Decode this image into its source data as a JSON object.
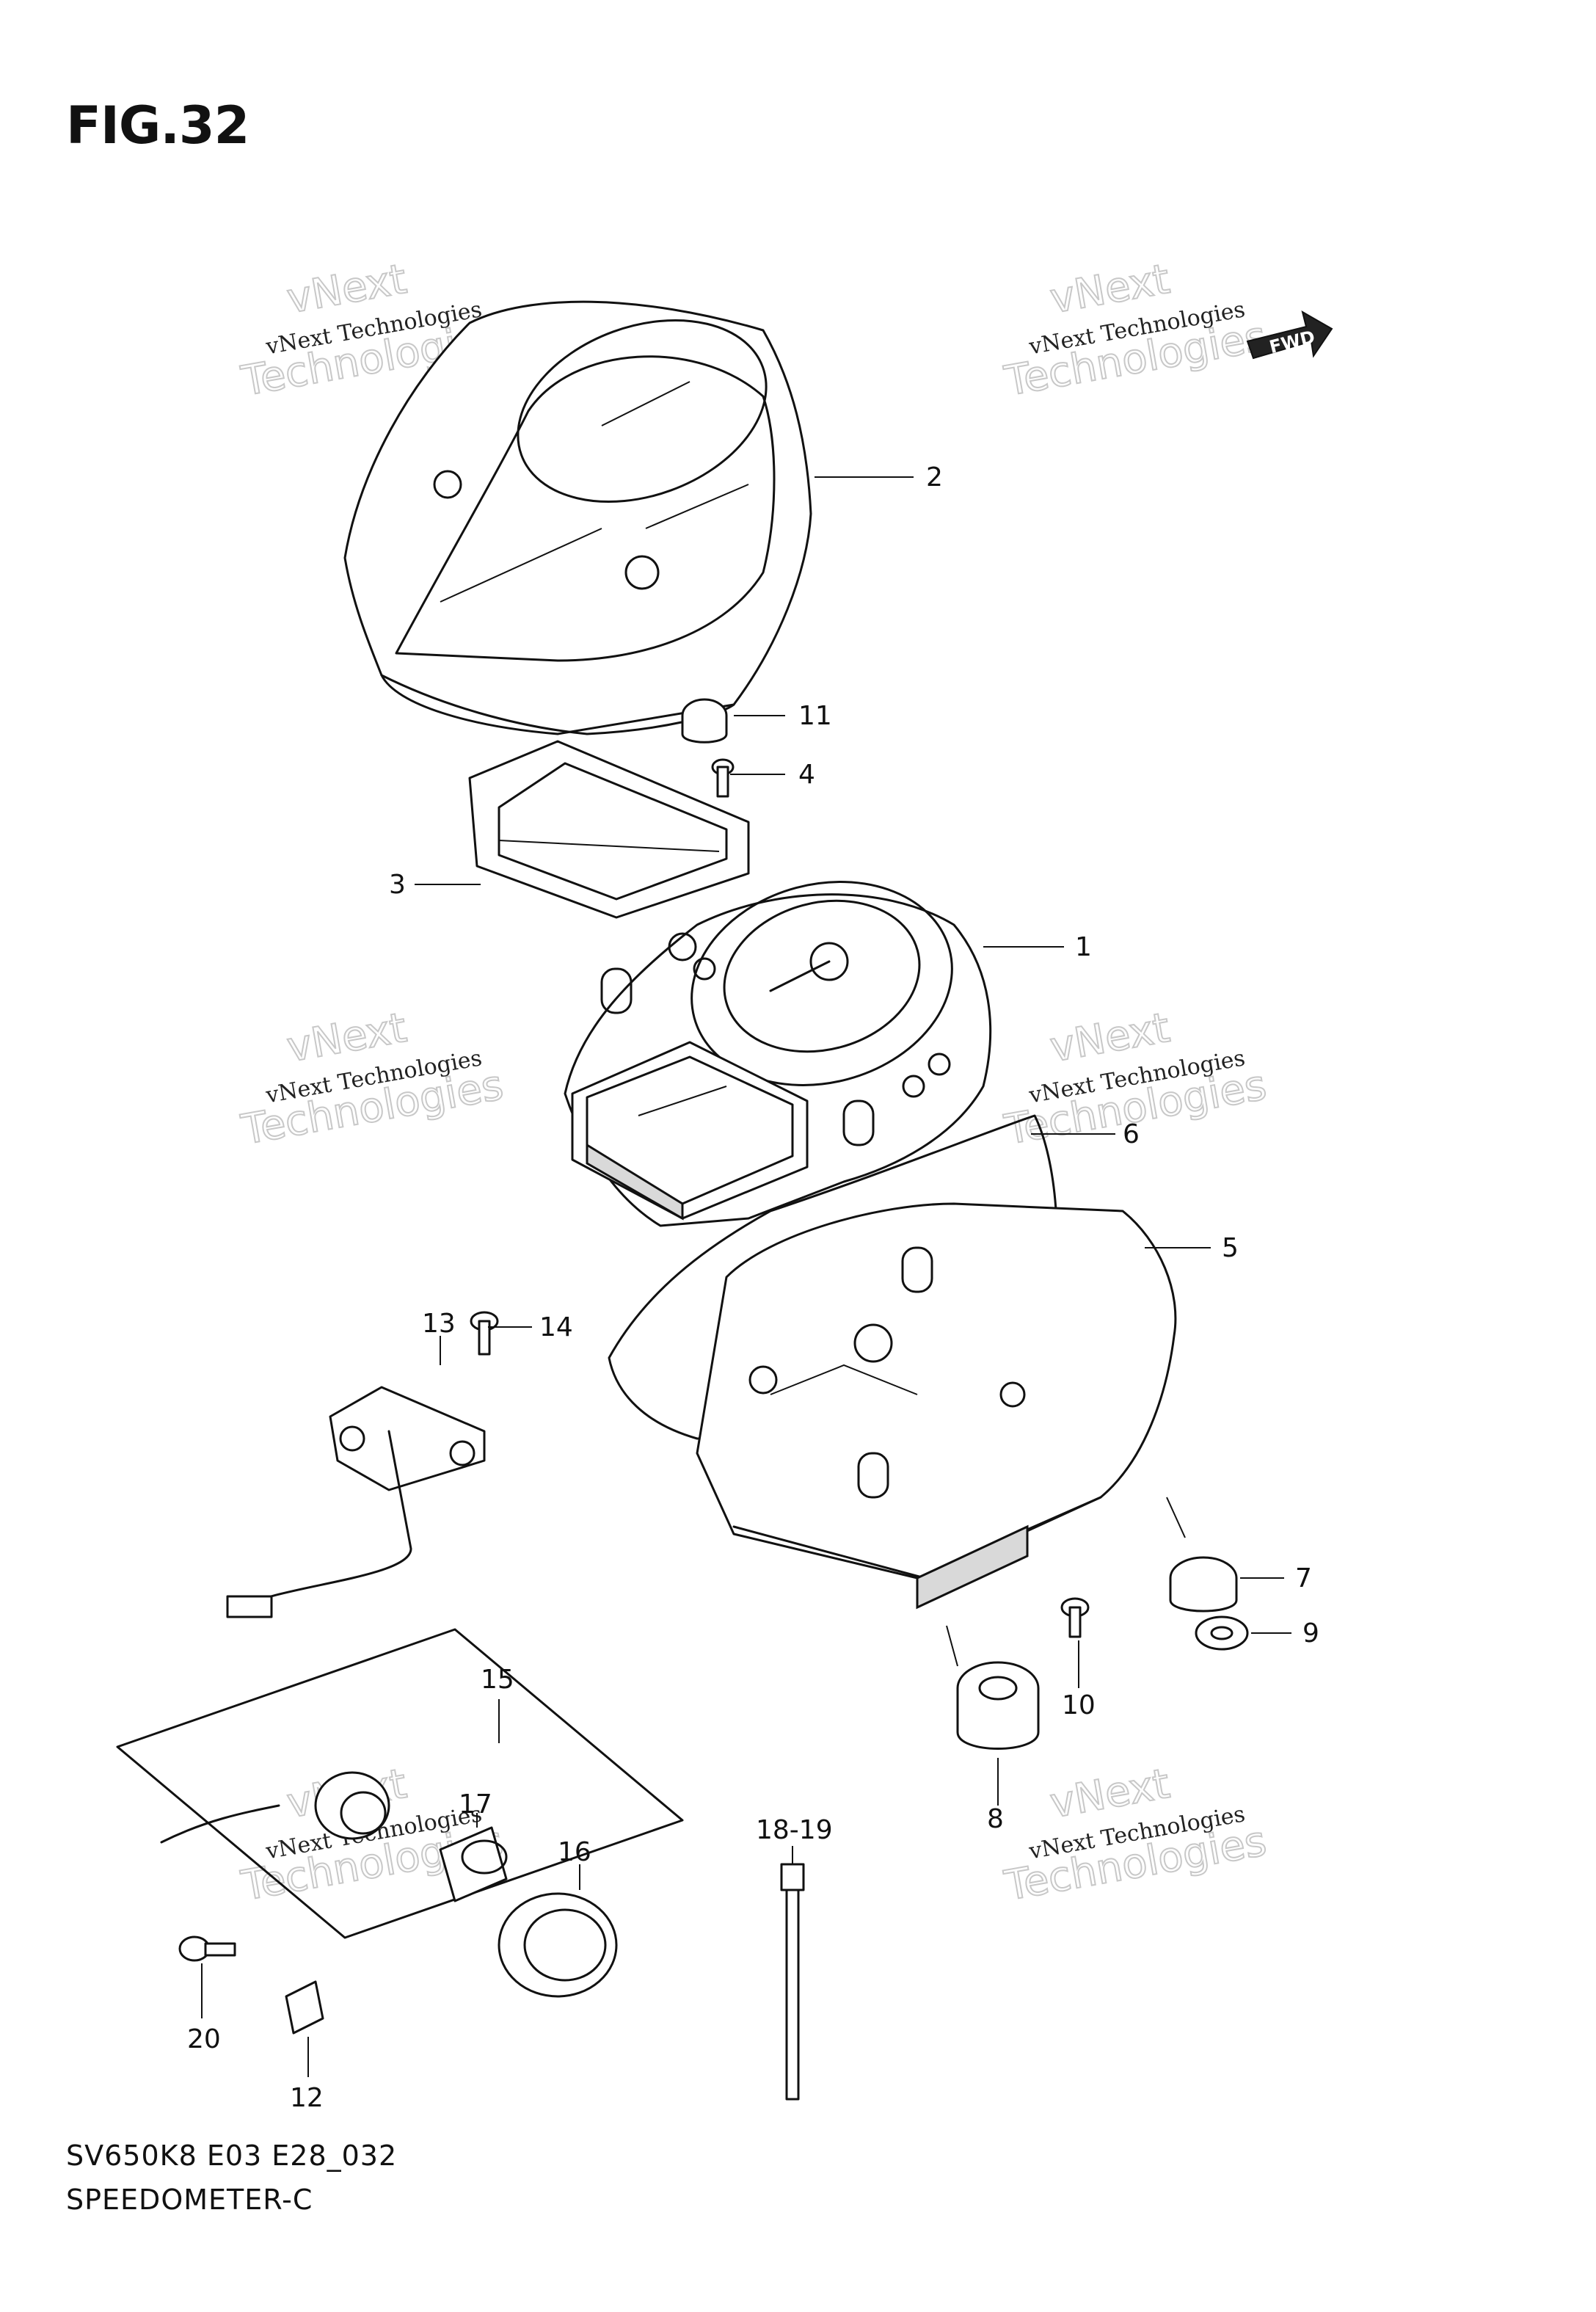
{
  "figure": {
    "title": "FIG.32",
    "model_code": "SV650K8 E03 E28_032",
    "subtitle": "SPEEDOMETER-C"
  },
  "fwd_label": "FWD",
  "watermark": {
    "line1": "vNext",
    "line2": "vNext Technologies",
    "line3": "Technologies"
  },
  "callouts": [
    {
      "id": "1",
      "label": "1"
    },
    {
      "id": "2",
      "label": "2"
    },
    {
      "id": "3",
      "label": "3"
    },
    {
      "id": "4",
      "label": "4"
    },
    {
      "id": "5",
      "label": "5"
    },
    {
      "id": "6",
      "label": "6"
    },
    {
      "id": "7",
      "label": "7"
    },
    {
      "id": "8",
      "label": "8"
    },
    {
      "id": "9",
      "label": "9"
    },
    {
      "id": "10",
      "label": "10"
    },
    {
      "id": "11",
      "label": "11"
    },
    {
      "id": "12",
      "label": "12"
    },
    {
      "id": "13",
      "label": "13"
    },
    {
      "id": "14",
      "label": "14"
    },
    {
      "id": "15",
      "label": "15"
    },
    {
      "id": "16",
      "label": "16"
    },
    {
      "id": "17",
      "label": "17"
    },
    {
      "id": "18-19",
      "label": "18-19"
    },
    {
      "id": "20",
      "label": "20"
    }
  ]
}
